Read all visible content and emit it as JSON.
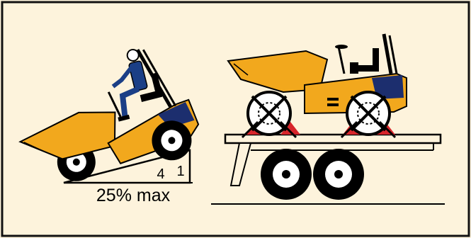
{
  "colors": {
    "background": "#fdf3dc",
    "border": "#111111",
    "machine_yellow": "#f2a81d",
    "machine_dark": "#1c2e6e",
    "operator_blue": "#1b3f86",
    "strap_red": "#d7252b"
  },
  "left_scene": {
    "ramp_rise": "1",
    "ramp_run": "4",
    "max_slope": "25% max"
  },
  "right_scene": {
    "icons": [
      "crossed-out-wheel-icon",
      "crossed-out-wheel-icon",
      "wheel-chock-icon",
      "wheel-chock-icon"
    ]
  }
}
